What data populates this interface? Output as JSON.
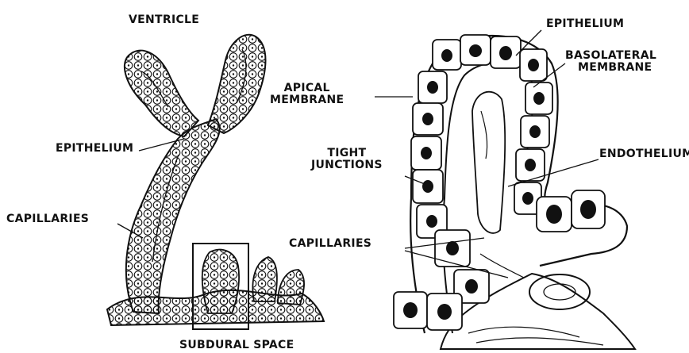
{
  "labels": {
    "left": {
      "ventricle": "VENTRICLE",
      "epithelium": "EPITHELIUM",
      "capillaries": "CAPILLARIES",
      "subdural_space": "SUBDURAL SPACE"
    },
    "right": {
      "epithelium": "EPITHELIUM",
      "basolateral_line1": "BASOLATERAL",
      "basolateral_line2": "MEMBRANE",
      "apical_line1": "APICAL",
      "apical_line2": "MEMBRANE",
      "tight_line1": "TIGHT",
      "tight_line2": "JUNCTIONS",
      "endothelium": "ENDOTHELIUM",
      "capillaries": "CAPILLARIES"
    }
  },
  "colors": {
    "ink": "#111111",
    "background": "#ffffff"
  }
}
